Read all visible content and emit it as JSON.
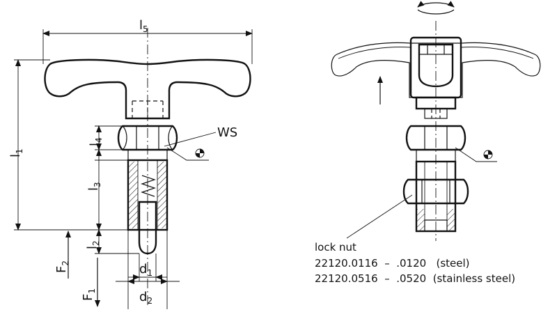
{
  "dimensions": {
    "l5": {
      "main": "l",
      "sub": "5"
    },
    "l1": {
      "main": "l",
      "sub": "1"
    },
    "l4": {
      "main": "l",
      "sub": "4"
    },
    "l3": {
      "main": "l",
      "sub": "3"
    },
    "l2": {
      "main": "l",
      "sub": "2"
    },
    "F2": {
      "main": "F",
      "sub": "2"
    },
    "F1": {
      "main": "F",
      "sub": "1"
    },
    "d1": {
      "main": "d",
      "sub": "1"
    },
    "d2": {
      "main": "d",
      "sub": "2"
    }
  },
  "labels": {
    "ws": "WS"
  },
  "note": {
    "title": "lock nut",
    "line1": "22120.0116  –  .0120   (steel)",
    "line2": "22120.0516  –  .0520  (stainless steel)"
  }
}
